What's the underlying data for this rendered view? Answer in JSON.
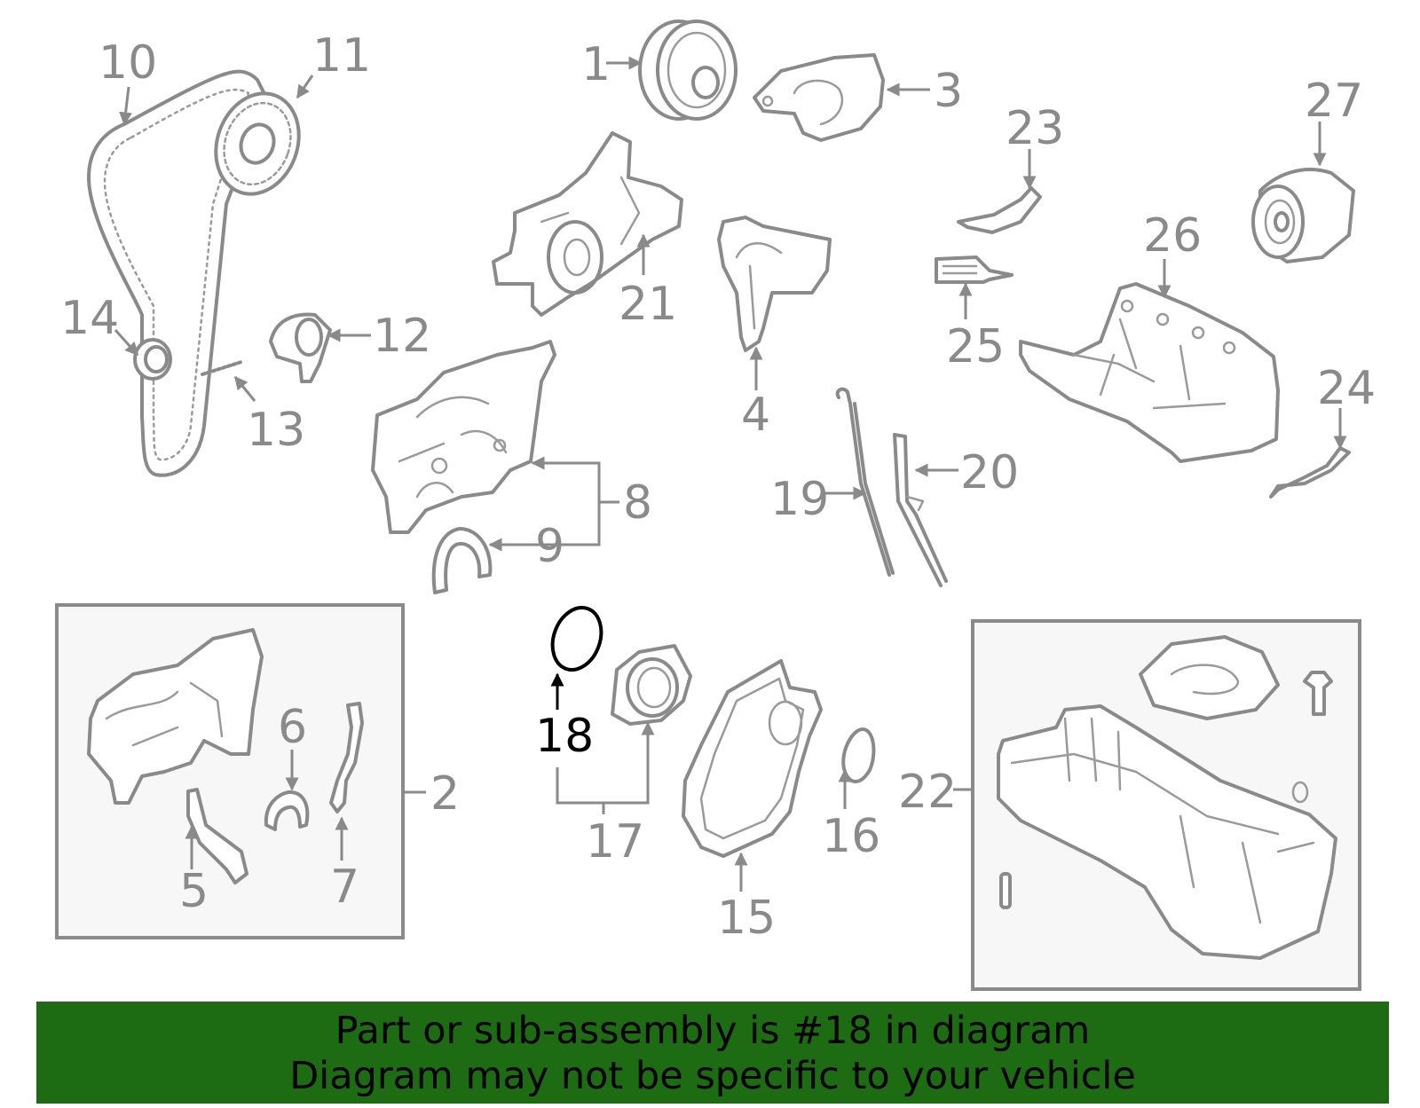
{
  "footer": {
    "line1": "Part or sub-assembly is #18 in diagram",
    "line2": "Diagram may not be specific to your vehicle"
  },
  "callouts": {
    "c1": "1",
    "c2": "2",
    "c3": "3",
    "c4": "4",
    "c5": "5",
    "c6": "6",
    "c7": "7",
    "c8": "8",
    "c9": "9",
    "c10": "10",
    "c11": "11",
    "c12": "12",
    "c13": "13",
    "c14": "14",
    "c15": "15",
    "c16": "16",
    "c17": "17",
    "c18": "18",
    "c19": "19",
    "c20": "20",
    "c21": "21",
    "c22": "22",
    "c23": "23",
    "c24": "24",
    "c25": "25",
    "c26": "26",
    "c27": "27"
  },
  "highlighted_part": "18",
  "colors": {
    "line": "#8a8a8a",
    "highlight": "#000000",
    "banner": "#1d6b13"
  }
}
